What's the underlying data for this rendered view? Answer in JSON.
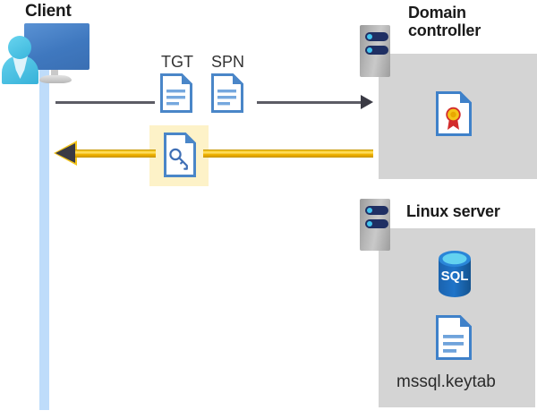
{
  "diagram": {
    "title": "Kerberos authentication flow between client, domain controller, and Linux server",
    "colors": {
      "panel_gray": "#d4d4d4",
      "lifeline_blue": "#bedcfa",
      "highlight_yellow": "#fdf2c8",
      "arrow_yellow": "#f5c518",
      "arrow_gray": "#5c5c65",
      "doc_blue": "#4a86c8",
      "sql_blue": "#1f6fc4",
      "cert_gold": "#f5c518",
      "cert_red": "#d22b2b",
      "server_navy": "#1f2f63",
      "server_cyan": "#41c4ef"
    }
  },
  "client": {
    "label": "Client",
    "icons": {
      "person": "user-icon",
      "monitor": "monitor-icon",
      "lifeline": "lifeline-bar"
    }
  },
  "messages": {
    "request": {
      "tgt_label": "TGT",
      "spn_label": "SPN",
      "direction": "right",
      "arrow_color": "#5c5c65"
    },
    "response": {
      "direction": "left",
      "arrow_color": "#f5c518",
      "icon": "key-document-icon",
      "highlighted": true
    }
  },
  "domain_controller": {
    "label": "Domain\ncontroller",
    "server_icon": "server-rack-icon",
    "contents": [
      {
        "icon": "certificate-document-icon",
        "label": ""
      }
    ]
  },
  "linux_server": {
    "label": "Linux server",
    "server_icon": "server-rack-icon",
    "contents": [
      {
        "icon": "sql-database-icon",
        "label": "SQL"
      },
      {
        "icon": "document-icon",
        "label": "mssql.keytab"
      }
    ]
  }
}
